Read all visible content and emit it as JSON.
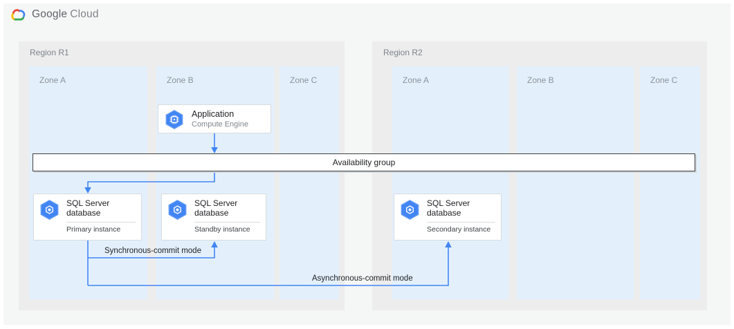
{
  "logo": {
    "brand_primary": "Google",
    "brand_secondary": "Cloud",
    "icon": "google-cloud-logo-icon"
  },
  "regions": [
    {
      "label": "Region R1",
      "zones": [
        {
          "label": "Zone A"
        },
        {
          "label": "Zone B"
        },
        {
          "label": "Zone C"
        }
      ]
    },
    {
      "label": "Region R2",
      "zones": [
        {
          "label": "Zone A"
        },
        {
          "label": "Zone B"
        },
        {
          "label": "Zone C"
        }
      ]
    }
  ],
  "nodes": {
    "application": {
      "title": "Application",
      "subtitle": "Compute Engine",
      "icon": "compute-engine-icon"
    },
    "availability_group": {
      "label": "Availability group"
    },
    "primary_db": {
      "title": "SQL Server database",
      "instance": "Primary instance",
      "icon": "cloud-sql-icon"
    },
    "standby_db": {
      "title": "SQL Server database",
      "instance": "Standby instance",
      "icon": "cloud-sql-icon"
    },
    "secondary_db": {
      "title": "SQL Server database",
      "instance": "Secondary instance",
      "icon": "cloud-sql-icon"
    }
  },
  "connectors": {
    "sync_label": "Synchronous-commit mode",
    "async_label": "Asynchronous-commit mode"
  },
  "colors": {
    "page_fill": "#f5f6f6",
    "region_fill": "#ededee",
    "zone_fill": "#e3f0fc",
    "arrow_blue": "#4285f4",
    "icon_blue": "#4285f4",
    "icon_blue_light": "#669df6",
    "google_red": "#ea4335",
    "google_yellow": "#fbbc05",
    "google_green": "#34a853"
  }
}
